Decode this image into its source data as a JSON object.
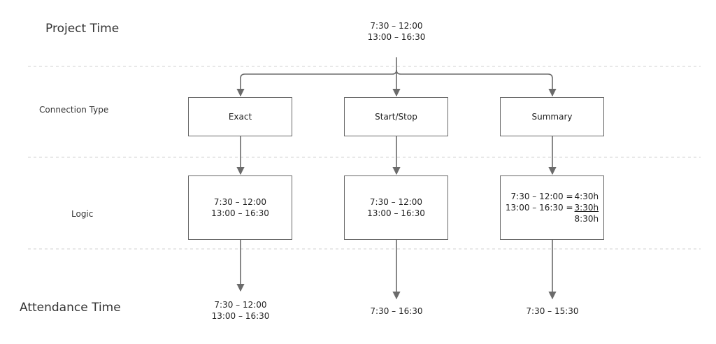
{
  "rows": {
    "project_time": "Project Time",
    "connection_type": "Connection Type",
    "logic": "Logic",
    "attendance_time": "Attendance Time"
  },
  "project_time_values": [
    "7:30 – 12:00",
    "13:00 – 16:30"
  ],
  "connection_types": {
    "exact": "Exact",
    "start_stop": "Start/Stop",
    "summary": "Summary"
  },
  "logic": {
    "exact": [
      "7:30 – 12:00",
      "13:00 – 16:30"
    ],
    "start_stop": [
      "7:30 – 12:00",
      "13:00 – 16:30"
    ],
    "summary": {
      "line1_range": "7:30 – 12:00 =",
      "line1_total": "4:30h",
      "line2_range": "13:00 – 16:30 =",
      "line2_total": "3:30h",
      "sum_total": "8:30h"
    }
  },
  "attendance": {
    "exact": [
      "7:30 – 12:00",
      "13:00 – 16:30"
    ],
    "start_stop": "7:30 – 16:30",
    "summary": "7:30 – 15:30"
  },
  "colors": {
    "line": "#6b6b6b",
    "divider": "#d0d0d0",
    "box_border": "#666666"
  }
}
